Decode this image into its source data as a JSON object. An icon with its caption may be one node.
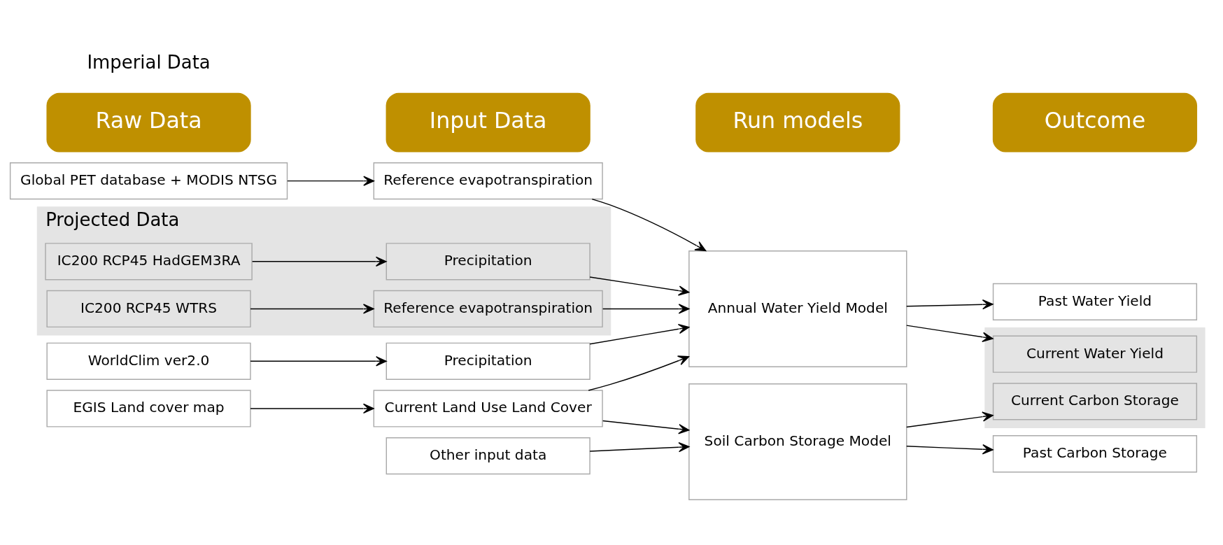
{
  "diagram": {
    "nodes": [
      {
        "text": [
          "Raw Data"
        ]
      },
      {
        "text": [
          "Input Data"
        ]
      },
      {
        "text": [
          "Run models"
        ]
      },
      {
        "text": [
          "Outcome"
        ]
      },
      {
        "text": [
          "WorldClim ver2.0"
        ]
      },
      {
        "text": [
          "Precipitation"
        ]
      },
      {
        "text": [
          "Global PET database + MODIS NTSG"
        ]
      },
      {
        "text": [
          "Reference evapotranspiration"
        ]
      },
      {
        "text": [
          "Annual Water Yield Model"
        ]
      },
      {
        "text": [
          "Past Water Yield"
        ]
      },
      {
        "text": [
          "EGIS Land cover map"
        ]
      },
      {
        "text": [
          "Current Land Use Land Cover"
        ]
      },
      {
        "text": [
          "Past Carbon Storage"
        ]
      },
      {
        "text": [
          "Other input data"
        ]
      },
      {
        "text": [
          "Projected Data"
        ]
      },
      {
        "text": [
          "IC200 RCP45 HadGEM3RA"
        ],
        "in": 14
      },
      {
        "text": [
          "Precipitation"
        ],
        "in": 14
      },
      {
        "text": [
          "IC200 RCP45 WTRS"
        ],
        "in": 14
      },
      {
        "text": [
          "Reference evapotranspiration"
        ],
        "in": 14
      },
      {
        "text": [
          "Soil Carbon Storage Model"
        ]
      },
      {
        "text": [],
        "shape": "box"
      },
      {
        "text": [
          "Current Water Yield"
        ],
        "in": 20
      },
      {
        "text": [
          "Current Carbon Storage"
        ],
        "in": 20
      }
    ],
    "edges": [
      {
        "from": 4,
        "to": 5,
        "arrow": "to"
      },
      {
        "from": 6,
        "to": 7,
        "arrow": "to"
      },
      {
        "from": 10,
        "to": 11,
        "arrow": "to"
      },
      {
        "from": 15,
        "to": 16,
        "arrow": "to"
      },
      {
        "from": 17,
        "to": 18,
        "arrow": "to"
      },
      {
        "from": 5,
        "to": 8,
        "arrow": "to"
      },
      {
        "from": 7,
        "to": 8,
        "arrow": "to"
      },
      {
        "from": 11,
        "to": 8,
        "arrow": "to"
      },
      {
        "from": 11,
        "to": 19,
        "arrow": "to"
      },
      {
        "from": 13,
        "to": 19,
        "arrow": "to"
      },
      {
        "from": 16,
        "to": 8,
        "arrow": "to"
      },
      {
        "from": 18,
        "to": 8,
        "arrow": "to"
      },
      {
        "from": 8,
        "to": 9,
        "arrow": "to"
      },
      {
        "from": 8,
        "to": 21,
        "arrow": "to"
      },
      {
        "from": 19,
        "to": 12,
        "arrow": "to"
      },
      {
        "from": 19,
        "to": 22,
        "arrow": "to"
      }
    ],
    "labels": [
      "Imperial Data"
    ]
  }
}
